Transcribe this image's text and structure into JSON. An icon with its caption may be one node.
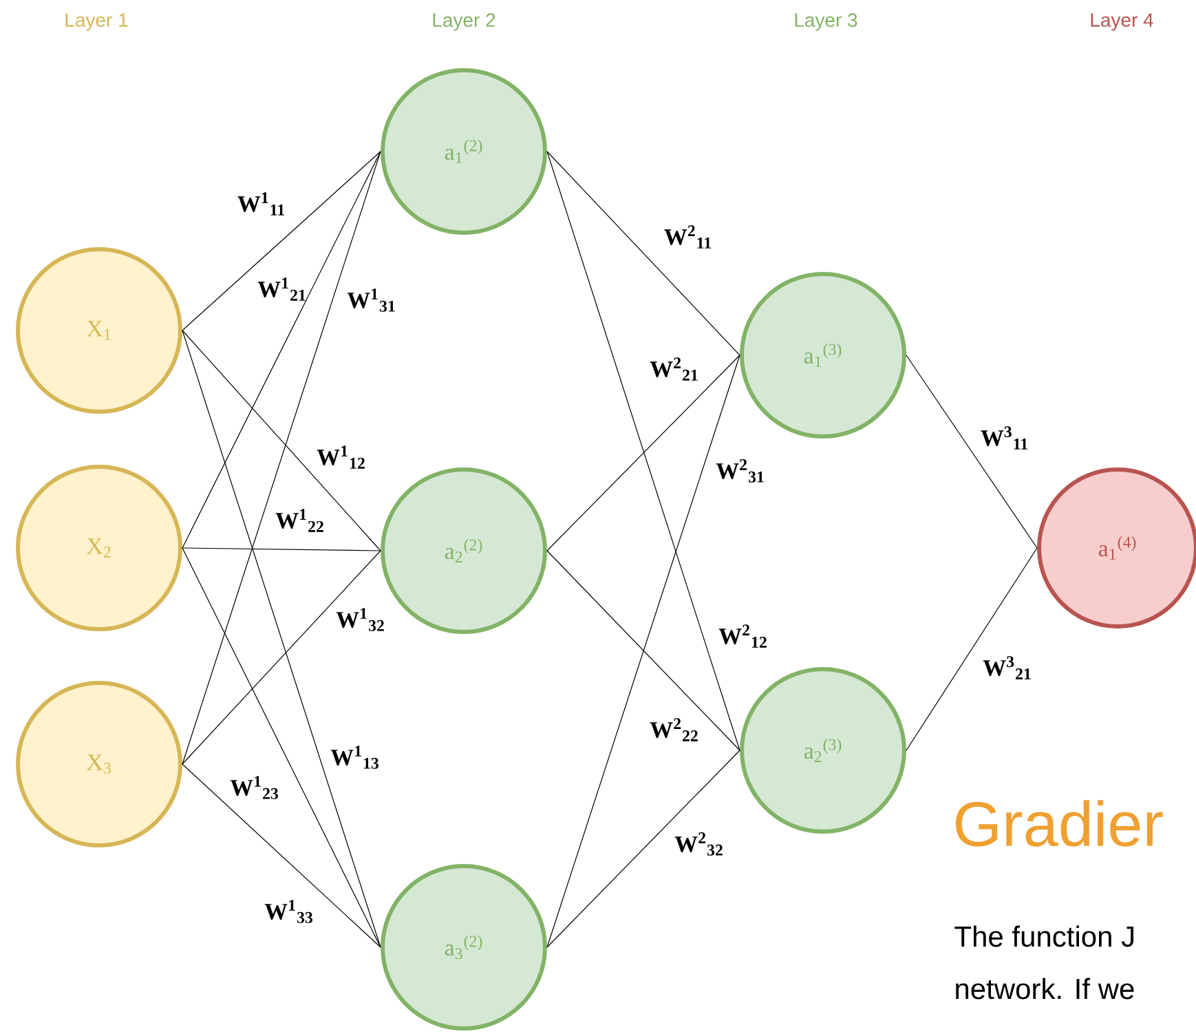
{
  "diagram": {
    "nodes": [
      {
        "text": [
          "X$_{1}$"
        ]
      },
      {
        "text": [
          "X$_{2}$"
        ]
      },
      {
        "text": [
          "X$_{3}$"
        ]
      },
      {
        "text": [
          "a$_{1}$$^{(2)}$"
        ]
      },
      {
        "text": [
          "a$_{2}$$^{(2)}$"
        ]
      },
      {
        "text": [
          "a$_{3}$$^{(2)}$"
        ]
      },
      {
        "text": [
          "a$_{1}$$^{(3)}$"
        ]
      },
      {
        "text": [
          "a$_{2}$$^{(3)}$"
        ]
      },
      {
        "text": [
          "a$_{1}$$^{(4)}$"
        ]
      }
    ],
    "edges": [
      {
        "from": 0,
        "to": 3,
        "arrow": "none",
        "label": "W$^{1}$$_{11}$"
      },
      {
        "from": 0,
        "to": 4,
        "arrow": "none",
        "label": "W$^{1}$$_{12}$"
      },
      {
        "from": 0,
        "to": 5,
        "arrow": "none",
        "label": "W$^{1}$$_{13}$"
      },
      {
        "from": 1,
        "to": 3,
        "arrow": "none",
        "label": "W$^{1}$$_{21}$"
      },
      {
        "from": 1,
        "to": 4,
        "arrow": "none",
        "label": "W$^{1}$$_{22}$"
      },
      {
        "from": 1,
        "to": 5,
        "arrow": "none",
        "label": "W$^{1}$$_{23}$"
      },
      {
        "from": 2,
        "to": 3,
        "arrow": "none",
        "label": "W$^{1}$$_{31}$"
      },
      {
        "from": 2,
        "to": 4,
        "arrow": "none",
        "label": "W$^{1}$$_{32}$"
      },
      {
        "from": 2,
        "to": 5,
        "arrow": "none",
        "label": "W$^{1}$$_{33}$"
      },
      {
        "from": 3,
        "to": 6,
        "arrow": "none",
        "label": "W$^{2}$$_{11}$"
      },
      {
        "from": 3,
        "to": 7,
        "arrow": "none",
        "label": "W$^{2}$$_{12}$"
      },
      {
        "from": 4,
        "to": 6,
        "arrow": "none",
        "label": "W$^{2}$$_{21}$"
      },
      {
        "from": 4,
        "to": 7,
        "arrow": "none",
        "label": "W$^{2}$$_{22}$"
      },
      {
        "from": 5,
        "to": 6,
        "arrow": "none",
        "label": "W$^{2}$$_{31}$"
      },
      {
        "from": 5,
        "to": 7,
        "arrow": "none",
        "label": "W$^{2}$$_{32}$"
      },
      {
        "from": 6,
        "to": 8,
        "arrow": "none",
        "label": "W$^{3}$$_{11}$"
      },
      {
        "from": 7,
        "to": 8,
        "arrow": "none",
        "label": "W$^{3}$$_{21}$"
      }
    ],
    "labels": [
      "Layer 1",
      "Layer 2",
      "Layer 3",
      "Layer 4",
      "Gradier",
      "The function J",
      "network. If we"
    ]
  }
}
